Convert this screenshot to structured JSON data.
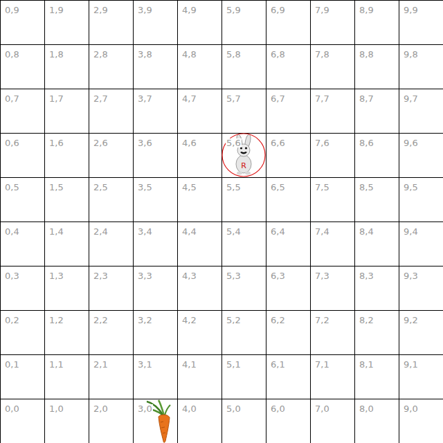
{
  "diagram": {
    "nodes": [
      {
        "text": [
          "0,9"
        ]
      },
      {
        "text": [
          "1,9"
        ]
      },
      {
        "text": [
          "2,9"
        ]
      },
      {
        "text": [
          "3,9"
        ]
      },
      {
        "text": [
          "4,9"
        ]
      },
      {
        "text": [
          "5,9"
        ]
      },
      {
        "text": [
          "6,9"
        ]
      },
      {
        "text": [
          "7,9"
        ]
      },
      {
        "text": [
          "8,9"
        ]
      },
      {
        "text": [
          "9,9"
        ]
      },
      {
        "text": [
          "0,8"
        ]
      },
      {
        "text": [
          "1,8"
        ]
      },
      {
        "text": [
          "2,8"
        ]
      },
      {
        "text": [
          "3,8"
        ]
      },
      {
        "text": [
          "4,8"
        ]
      },
      {
        "text": [
          "5,8"
        ]
      },
      {
        "text": [
          "6,8"
        ]
      },
      {
        "text": [
          "7,8"
        ]
      },
      {
        "text": [
          "8,8"
        ]
      },
      {
        "text": [
          "9,8"
        ]
      },
      {
        "text": [
          "0,7"
        ]
      },
      {
        "text": [
          "1,7"
        ]
      },
      {
        "text": [
          "2,7"
        ]
      },
      {
        "text": [
          "3,7"
        ]
      },
      {
        "text": [
          "4,7"
        ]
      },
      {
        "text": [
          "5,7"
        ]
      },
      {
        "text": [
          "6,7"
        ]
      },
      {
        "text": [
          "7,7"
        ]
      },
      {
        "text": [
          "8,7"
        ]
      },
      {
        "text": [
          "9,7"
        ]
      },
      {
        "text": [
          "0,6"
        ]
      },
      {
        "text": [
          "1,6"
        ]
      },
      {
        "text": [
          "2,6"
        ]
      },
      {
        "text": [
          "3,6"
        ]
      },
      {
        "text": [
          "4,6"
        ]
      },
      {
        "text": [
          "5,6"
        ]
      },
      {
        "text": [
          "6,6"
        ]
      },
      {
        "text": [
          "7,6"
        ]
      },
      {
        "text": [
          "8,6"
        ]
      },
      {
        "text": [
          "9,6"
        ]
      },
      {
        "text": [
          "0,5"
        ]
      },
      {
        "text": [
          "1,5"
        ]
      },
      {
        "text": [
          "2,5"
        ]
      },
      {
        "text": [
          "3,5"
        ]
      },
      {
        "text": [
          "4,5"
        ]
      },
      {
        "text": [
          "5,5"
        ]
      },
      {
        "text": [
          "6,5"
        ]
      },
      {
        "text": [
          "7,5"
        ]
      },
      {
        "text": [
          "8,5"
        ]
      },
      {
        "text": [
          "9,5"
        ]
      },
      {
        "text": [
          "0,4"
        ]
      },
      {
        "text": [
          "1,4"
        ]
      },
      {
        "text": [
          "2,4"
        ]
      },
      {
        "text": [
          "3,4"
        ]
      },
      {
        "text": [
          "4,4"
        ]
      },
      {
        "text": [
          "5,4"
        ]
      },
      {
        "text": [
          "6,4"
        ]
      },
      {
        "text": [
          "7,4"
        ]
      },
      {
        "text": [
          "8,4"
        ]
      },
      {
        "text": [
          "9,4"
        ]
      },
      {
        "text": [
          "0,3"
        ]
      },
      {
        "text": [
          "1,3"
        ]
      },
      {
        "text": [
          "2,3"
        ]
      },
      {
        "text": [
          "3,3"
        ]
      },
      {
        "text": [
          "4,3"
        ]
      },
      {
        "text": [
          "5,3"
        ]
      },
      {
        "text": [
          "6,3"
        ]
      },
      {
        "text": [
          "7,3"
        ]
      },
      {
        "text": [
          "8,3"
        ]
      },
      {
        "text": [
          "9,3"
        ]
      },
      {
        "text": [
          "0,2"
        ]
      },
      {
        "text": [
          "1,2"
        ]
      },
      {
        "text": [
          "2,2"
        ]
      },
      {
        "text": [
          "3,2"
        ]
      },
      {
        "text": [
          "4,2"
        ]
      },
      {
        "text": [
          "5,2"
        ]
      },
      {
        "text": [
          "6,2"
        ]
      },
      {
        "text": [
          "7,2"
        ]
      },
      {
        "text": [
          "8,2"
        ]
      },
      {
        "text": [
          "9,2"
        ]
      },
      {
        "text": [
          "0,1"
        ]
      },
      {
        "text": [
          "1,1"
        ]
      },
      {
        "text": [
          "2,1"
        ]
      },
      {
        "text": [
          "3,1"
        ]
      },
      {
        "text": [
          "4,1"
        ]
      },
      {
        "text": [
          "5,1"
        ]
      },
      {
        "text": [
          "6,1"
        ]
      },
      {
        "text": [
          "7,1"
        ]
      },
      {
        "text": [
          "8,1"
        ]
      },
      {
        "text": [
          "9,1"
        ]
      },
      {
        "text": [
          "0,0"
        ]
      },
      {
        "text": [
          "1,0"
        ]
      },
      {
        "text": [
          "2,0"
        ]
      },
      {
        "text": [
          "3,0"
        ]
      },
      {
        "text": [
          "4,0"
        ]
      },
      {
        "text": [
          "5,0"
        ]
      },
      {
        "text": [
          "6,0"
        ]
      },
      {
        "text": [
          "7,0"
        ]
      },
      {
        "text": [
          "8,0"
        ]
      },
      {
        "text": [
          "9,0"
        ]
      },
      {
        "text": [
          "R"
        ],
        "in": 35
      }
    ]
  }
}
